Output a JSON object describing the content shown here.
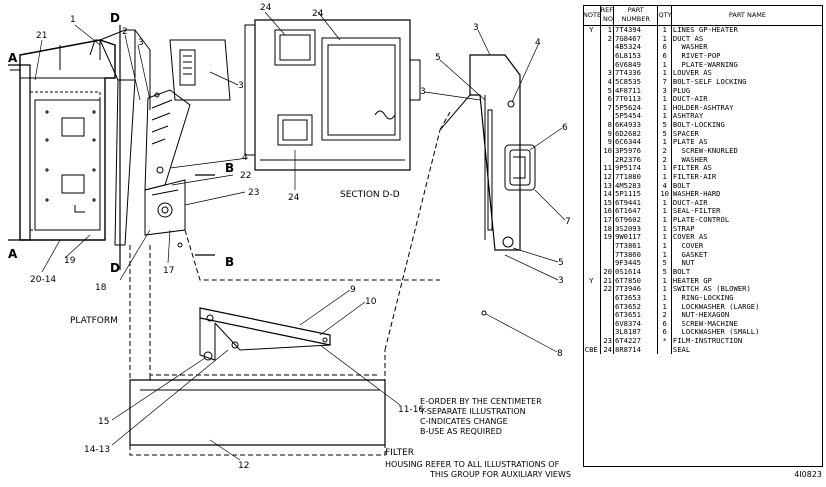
{
  "diagram": {
    "section_labels": {
      "section_dd": "SECTION D-D",
      "platform": "PLATFORM",
      "filter": "FILTER",
      "arrow_a": "A",
      "arrow_b": "B",
      "arrow_d": "D"
    },
    "callouts": {
      "c1": "1",
      "c2": "2",
      "c3a": "3",
      "c3b": "3",
      "c3c": "3",
      "c3d": "3",
      "c3e": "3",
      "c4a": "4",
      "c4b": "4",
      "c5": "5",
      "c6": "6",
      "c7": "7",
      "c8": "8",
      "c9": "9",
      "c10": "10",
      "c11": "11-16",
      "c12": "12",
      "c14": "14-13",
      "c15": "15",
      "c17": "17",
      "c18": "18",
      "c19": "19",
      "c20": "20-14",
      "c21": "21",
      "c22": "22",
      "c23": "23",
      "c24a": "24",
      "c24b": "24",
      "c24c": "24"
    },
    "notes": [
      "E-ORDER BY THE CENTIMETER",
      "Y-SEPARATE ILLUSTRATION",
      "C-INDICATES CHANGE",
      "B-USE AS REQUIRED"
    ],
    "bottom_note": [
      "HOUSING  REFER TO ALL ILLUSTRATIONS OF",
      "THIS GROUP FOR AUXILIARY VIEWS"
    ]
  },
  "parts_table": {
    "headers": {
      "note": "NOTE",
      "ref": "REF NO",
      "part_number": "PART NUMBER",
      "qty": "QTY",
      "part_name": "PART NAME"
    },
    "rows": [
      {
        "note": "Y",
        "ref": "1",
        "pn": "7T4394",
        "qty": "1",
        "name": "LINES GP-HEATER"
      },
      {
        "note": "",
        "ref": "2",
        "pn": "7G8467",
        "qty": "1",
        "name": "DUCT AS"
      },
      {
        "note": "",
        "ref": "",
        "pn": "4B5324",
        "qty": "6",
        "name": "  WASHER"
      },
      {
        "note": "",
        "ref": "",
        "pn": "6L8153",
        "qty": "6",
        "name": "  RIVET-POP"
      },
      {
        "note": "",
        "ref": "",
        "pn": "6V6849",
        "qty": "1",
        "name": "  PLATE-WARNING"
      },
      {
        "note": "",
        "ref": "3",
        "pn": "7T4336",
        "qty": "1",
        "name": "LOUVER AS"
      },
      {
        "note": "",
        "ref": "4",
        "pn": "5C8535",
        "qty": "7",
        "name": "BOLT-SELF LOCKING"
      },
      {
        "note": "",
        "ref": "5",
        "pn": "4F8711",
        "qty": "3",
        "name": "PLUG"
      },
      {
        "note": "",
        "ref": "6",
        "pn": "7T0113",
        "qty": "1",
        "name": "DUCT-AIR"
      },
      {
        "note": "",
        "ref": "7",
        "pn": "5P5624",
        "qty": "1",
        "name": "HOLDER-ASHTRAY"
      },
      {
        "note": "",
        "ref": "",
        "pn": "5P5454",
        "qty": "1",
        "name": "ASHTRAY"
      },
      {
        "note": "",
        "ref": "8",
        "pn": "6K4933",
        "qty": "5",
        "name": "BOLT-LOCKING"
      },
      {
        "note": "",
        "ref": "9",
        "pn": "6D2682",
        "qty": "5",
        "name": "SPACER"
      },
      {
        "note": "",
        "ref": "9",
        "pn": "6C6344",
        "qty": "1",
        "name": "PLATE AS"
      },
      {
        "note": "",
        "ref": "10",
        "pn": "3P5976",
        "qty": "2",
        "name": "  SCREW-KNURLED"
      },
      {
        "note": "",
        "ref": "",
        "pn": "2R2376",
        "qty": "2",
        "name": "  WASHER"
      },
      {
        "note": "",
        "ref": "11",
        "pn": "9P5174",
        "qty": "1",
        "name": "FILTER AS"
      },
      {
        "note": "",
        "ref": "12",
        "pn": "7T1880",
        "qty": "1",
        "name": "FILTER-AIR"
      },
      {
        "note": "",
        "ref": "13",
        "pn": "4M5283",
        "qty": "4",
        "name": "BOLT"
      },
      {
        "note": "",
        "ref": "14",
        "pn": "5P1115",
        "qty": "10",
        "name": "WASHER-HARD"
      },
      {
        "note": "",
        "ref": "15",
        "pn": "6T9441",
        "qty": "1",
        "name": "DUCT-AIR"
      },
      {
        "note": "",
        "ref": "16",
        "pn": "6T1647",
        "qty": "1",
        "name": "SEAL-FILTER"
      },
      {
        "note": "",
        "ref": "17",
        "pn": "6T9602",
        "qty": "1",
        "name": "PLATE-CONTROL"
      },
      {
        "note": "",
        "ref": "18",
        "pn": "3S2093",
        "qty": "1",
        "name": "STRAP"
      },
      {
        "note": "",
        "ref": "19",
        "pn": "9W0117",
        "qty": "1",
        "name": "COVER AS"
      },
      {
        "note": "",
        "ref": "",
        "pn": "7T3861",
        "qty": "1",
        "name": "  COVER"
      },
      {
        "note": "",
        "ref": "",
        "pn": "7T3860",
        "qty": "1",
        "name": "  GASKET"
      },
      {
        "note": "",
        "ref": "",
        "pn": "9F3445",
        "qty": "5",
        "name": "  NUT"
      },
      {
        "note": "",
        "ref": "20",
        "pn": "0S1614",
        "qty": "5",
        "name": "BOLT"
      },
      {
        "note": "Y",
        "ref": "21",
        "pn": "6T7850",
        "qty": "1",
        "name": "HEATER GP"
      },
      {
        "note": "",
        "ref": "22",
        "pn": "7T3946",
        "qty": "1",
        "name": "SWITCH AS (BLOWER)"
      },
      {
        "note": "",
        "ref": "",
        "pn": "6T3653",
        "qty": "1",
        "name": "  RING-LOCKING"
      },
      {
        "note": "",
        "ref": "",
        "pn": "6T3652",
        "qty": "1",
        "name": "  LOCKWASHER (LARGE)"
      },
      {
        "note": "",
        "ref": "",
        "pn": "6T3651",
        "qty": "2",
        "name": "  NUT-HEXAGON"
      },
      {
        "note": "",
        "ref": "",
        "pn": "6V8374",
        "qty": "6",
        "name": "  SCREW-MACHINE"
      },
      {
        "note": "",
        "ref": "",
        "pn": "3L8187",
        "qty": "6",
        "name": "  LOCKWASHER (SMALL)"
      },
      {
        "note": "",
        "ref": "23",
        "pn": "6T4227",
        "qty": "*",
        "name": "FILM-INSTRUCTION"
      },
      {
        "note": "CBE",
        "ref": "24",
        "pn": "8R8714",
        "qty": "",
        "name": "SEAL"
      }
    ]
  },
  "figure_id": "4I0823"
}
